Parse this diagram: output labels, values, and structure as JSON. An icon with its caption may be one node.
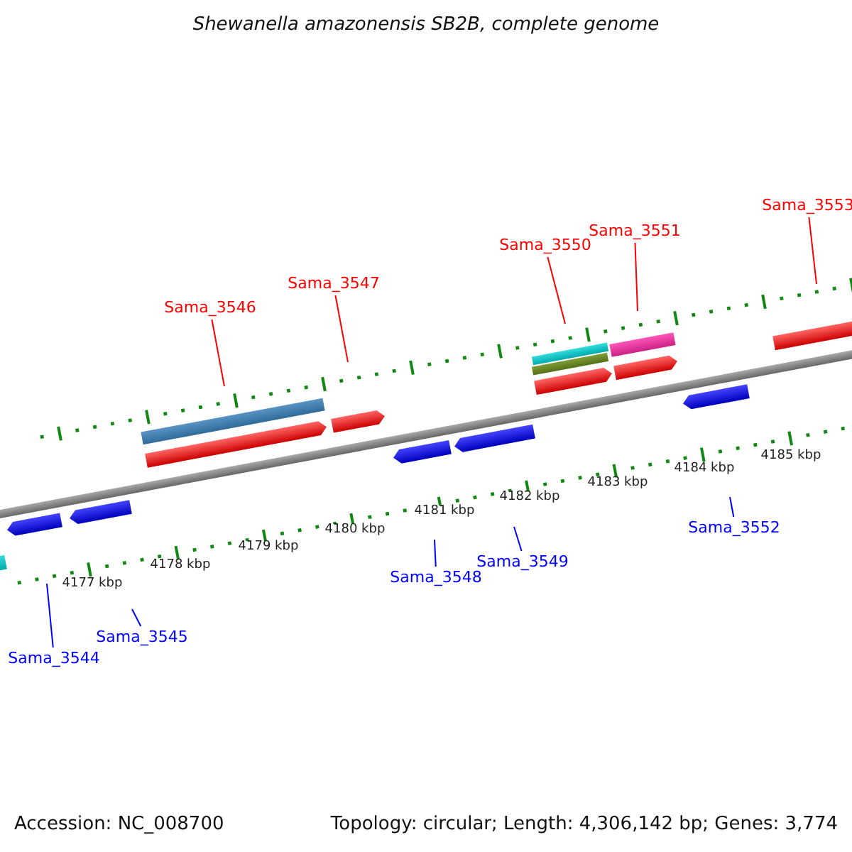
{
  "diagram": {
    "title": "Shewanella amazonensis SB2B, complete genome",
    "nodes": [
      {
        "text": [
          "Sama_3546"
        ]
      },
      {
        "text": [
          "Sama_3547"
        ]
      },
      {
        "text": [
          "Sama_3550"
        ]
      },
      {
        "text": [
          "Sama_3551"
        ]
      },
      {
        "text": [
          "Sama_3553"
        ]
      },
      {
        "text": [
          "Sama_3544"
        ]
      },
      {
        "text": [
          "Sama_3545"
        ]
      },
      {
        "text": [
          "Sama_3548"
        ]
      },
      {
        "text": [
          "Sama_3549"
        ]
      },
      {
        "text": [
          "Sama_3552"
        ]
      }
    ],
    "edges": [
      {
        "from": 0,
        "to": null,
        "arrow": "none"
      },
      {
        "from": 1,
        "to": null,
        "arrow": "none"
      },
      {
        "from": 2,
        "to": null,
        "arrow": "none"
      },
      {
        "from": 3,
        "to": null,
        "arrow": "none"
      },
      {
        "from": 4,
        "to": null,
        "arrow": "none"
      },
      {
        "from": 5,
        "to": null,
        "arrow": "none",
        "color": "#0000ff"
      },
      {
        "from": 6,
        "to": null,
        "arrow": "none",
        "color": "#0000ff"
      },
      {
        "from": 7,
        "to": null,
        "arrow": "none",
        "color": "#0000ff"
      },
      {
        "from": 8,
        "to": null,
        "arrow": "none",
        "color": "#0000ff"
      },
      {
        "from": 9,
        "to": null,
        "arrow": "none",
        "color": "#0000ff"
      }
    ],
    "labels": [
      "4177 kbp",
      "4178 kbp",
      "4179 kbp",
      "4180 kbp",
      "4181 kbp",
      "4182 kbp",
      "4183 kbp",
      "4184 kbp",
      "4185 kbp",
      "Accession: NC_008700",
      "Topology: circular; Length: 4,306,142 bp; Genes: 3,774"
    ]
  }
}
